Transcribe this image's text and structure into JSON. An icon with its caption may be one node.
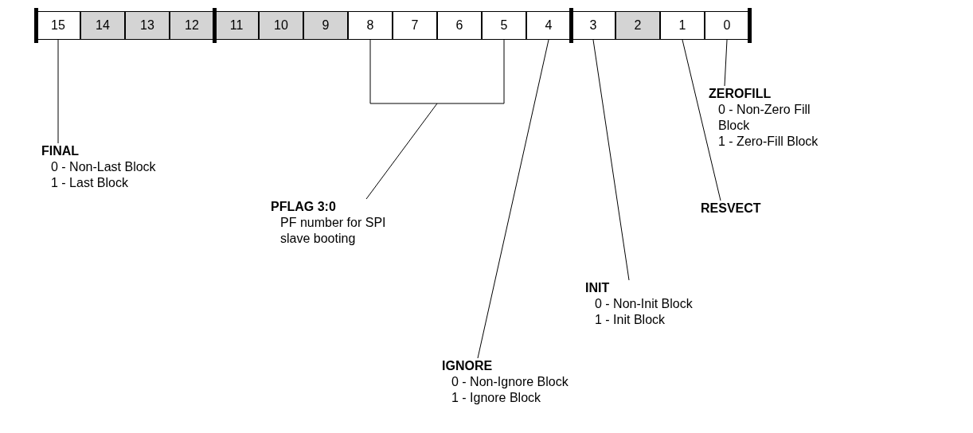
{
  "diagram": {
    "nodes": [
      {
        "text": [
          "15"
        ]
      },
      {
        "text": [
          "14"
        ]
      },
      {
        "text": [
          "13"
        ]
      },
      {
        "text": [
          "12"
        ]
      },
      {
        "text": [
          "11"
        ]
      },
      {
        "text": [
          "10"
        ]
      },
      {
        "text": [
          "9"
        ]
      },
      {
        "text": [
          "8"
        ]
      },
      {
        "text": [
          "7"
        ]
      },
      {
        "text": [
          "6"
        ]
      },
      {
        "text": [
          "5"
        ]
      },
      {
        "text": [
          "4"
        ]
      },
      {
        "text": [
          "3"
        ]
      },
      {
        "text": [
          "2"
        ]
      },
      {
        "text": [
          "1"
        ]
      },
      {
        "text": [
          "0"
        ]
      },
      {
        "text": [],
        "shape": "bracket"
      },
      {
        "text": [
          "FINAL",
          "0 - Non-Last Block",
          "1 - Last Block"
        ]
      },
      {
        "text": [
          "PFLAG 3:0",
          "PF number for SPI slave booting"
        ]
      },
      {
        "text": [
          "IGNORE",
          "0 - Non-Ignore Block",
          "1 - Ignore Block"
        ]
      },
      {
        "text": [
          "INIT",
          "0 - Non-Init Block",
          "1 - Init Block"
        ]
      },
      {
        "text": [
          "RESVECT"
        ]
      },
      {
        "text": [
          "ZEROFILL",
          "0 - Non-Zero Fill Block",
          "1 - Zero-Fill Block"
        ]
      }
    ],
    "edges": [
      {
        "from": 17,
        "to": 0,
        "arrow": "none"
      },
      {
        "from": 18,
        "to": 16,
        "arrow": "none"
      },
      {
        "from": 19,
        "to": 11,
        "arrow": "none"
      },
      {
        "from": 20,
        "to": 12,
        "arrow": "none"
      },
      {
        "from": 21,
        "to": 14,
        "arrow": "none"
      },
      {
        "from": 22,
        "to": 15,
        "arrow": "none"
      }
    ]
  }
}
